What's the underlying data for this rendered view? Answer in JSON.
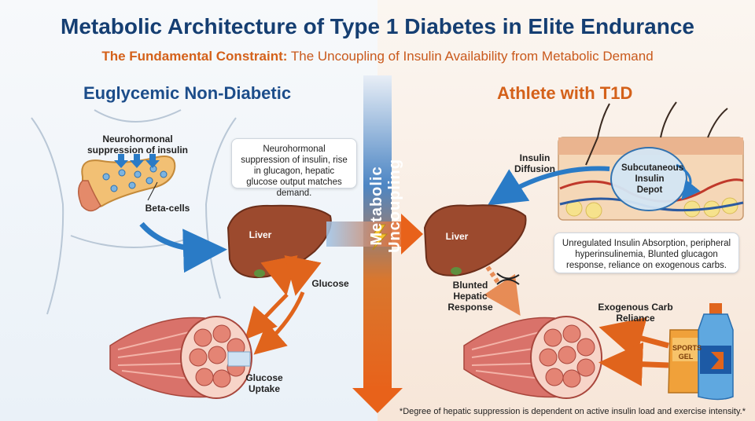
{
  "title": "Metabolic Architecture of Type 1 Diabetes in Elite Endurance",
  "subtitle": {
    "lead": "The Fundamental Constraint:",
    "rest": " The Uncoupling of Insulin Availability from Metabolic Demand"
  },
  "left": {
    "header": "Euglycemic Non-Diabetic",
    "neuro_label": "Neurohormonal suppression of insulin",
    "beta_label": "Beta-cells",
    "info_box": "Neurohormonal suppression of insulin, rise in glucagon, hepatic glucose output matches demand.",
    "liver_label": "Liver",
    "glucose_label": "Glucose",
    "uptake_label": "Glucose Uptake"
  },
  "center": {
    "axis_label": "Metabolic Uncoupling"
  },
  "right": {
    "header": "Athlete with T1D",
    "diffusion_label": "Insulin Diffusion",
    "depot_label": "Subcutaneous Insulin Depot",
    "info_box": "Unregulated Insulin Absorption, peripheral hyperinsulinemia, Blunted glucagon response, reliance on exogenous carbs.",
    "liver_label": "Liver",
    "blunted_label": "Blunted Hepatic Response",
    "exo_label": "Exogenous Carb Reliance",
    "gel_label": "SPORTS GEL"
  },
  "footnote": "*Degree of hepatic suppression is dependent on active insulin load and exercise intensity.*",
  "colors": {
    "title": "#153e72",
    "accent_orange": "#e0641c",
    "accent_blue": "#2a7bc6",
    "liver": "#9c4a2e"
  }
}
